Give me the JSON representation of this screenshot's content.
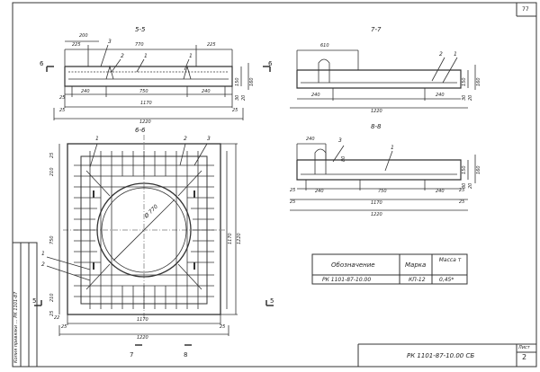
{
  "sheet": {
    "page_number": "77",
    "sheet_label": "Лист",
    "sheet_number": "2",
    "doc_code": "РК 1101-87-10.00 СБ",
    "side_stamp": "Копия привязки ... РК 1101-87"
  },
  "section_55": {
    "title": "5-5",
    "dims": [
      "200",
      "225",
      "770",
      "225",
      "25",
      "240",
      "750",
      "240",
      "25",
      "1170",
      "25",
      "1220",
      "150",
      "160",
      "30",
      "20"
    ],
    "leaders": [
      "3",
      "2",
      "1",
      "1"
    ],
    "cut_marks": [
      "6",
      "6"
    ]
  },
  "section_77": {
    "title": "7-7",
    "dims": [
      "610",
      "240",
      "240",
      "1220",
      "150",
      "160",
      "30",
      "20"
    ],
    "leaders": [
      "2",
      "1"
    ]
  },
  "section_88": {
    "title": "8-8",
    "dims": [
      "240",
      "25",
      "240",
      "750",
      "240",
      "25",
      "25",
      "1170",
      "25",
      "1220",
      "150",
      "160",
      "30",
      "20",
      "80"
    ],
    "leaders": [
      "3",
      "1"
    ]
  },
  "plan_66": {
    "title": "6-6",
    "diameter": "Ø 770",
    "dims": [
      "25",
      "210",
      "750",
      "210",
      "25",
      "1170",
      "1220",
      "22",
      "25",
      "1170",
      "25",
      "1220"
    ],
    "leaders": [
      "1",
      "2",
      "3",
      "1",
      "2"
    ],
    "cut_marks": [
      "5",
      "5",
      "7",
      "8"
    ]
  },
  "spec_table": {
    "headers": [
      "Обозначение",
      "Марка",
      "Масса т"
    ],
    "row": [
      "РК 1101-87-10.00",
      "КП-12",
      "0,45*"
    ]
  }
}
